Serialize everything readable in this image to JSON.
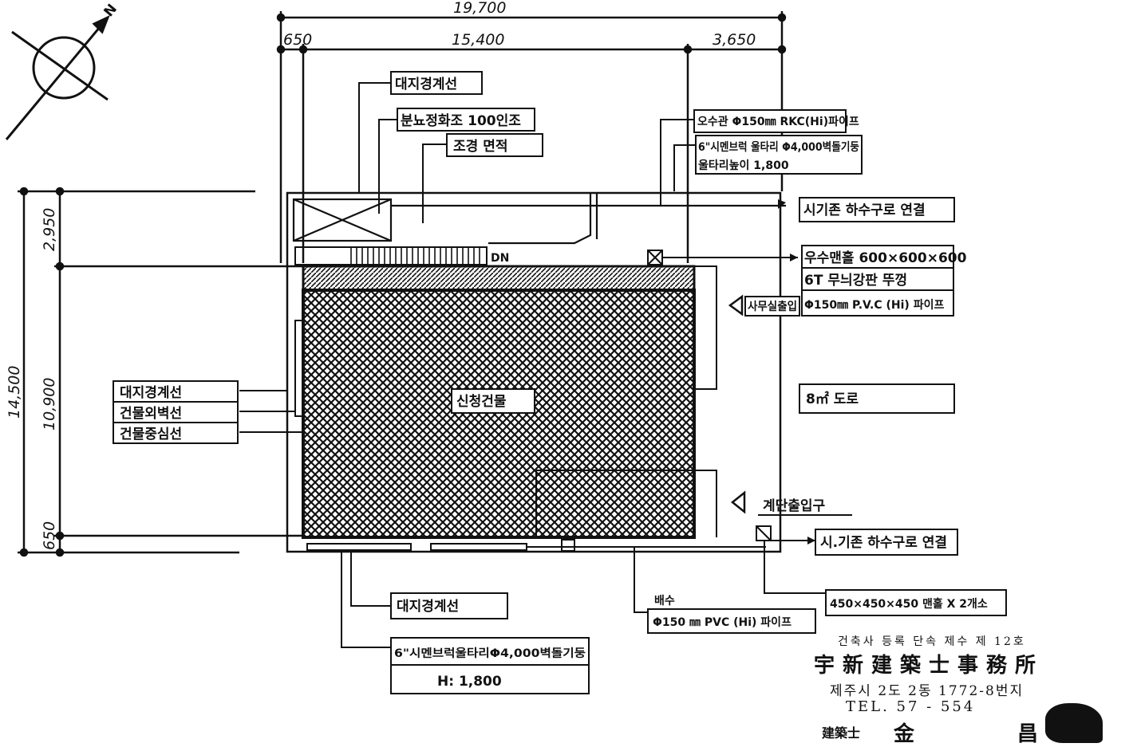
{
  "dimensions": {
    "total_width": "19,700",
    "left_margin": "650",
    "building_width": "15,400",
    "right_margin": "3,650",
    "total_depth": "14,500",
    "top_margin": "2,950",
    "building_depth": "10,900",
    "bottom_margin": "650"
  },
  "labels": {
    "site_boundary_top": "대지경계선",
    "septic_tank": "분뇨정화조 100인조",
    "landscape_area": "조경 면적",
    "sewage_pipe": "오수관 Φ150㎜ RKC(Hi)파이프",
    "cement_block_fence_top": "6\"시멘브럭 울타리 Φ4,000벽돌기둥",
    "fence_height_top": "울타리높이 1,800",
    "connect_sewer_top": "시기존 하수구로 연결",
    "rain_manhole": "우수맨홀 600×600×600",
    "checker_plate_cover": "6T 무늬강판 뚜껑",
    "office_stair": "사무실출입",
    "pvc_pipe_right": "Φ150㎜ P.V.C (Hi) 파이프",
    "road": "8㎡ 도로",
    "left_site_boundary": "대지경계선",
    "left_outer_wall": "건물외벽선",
    "left_center_line": "건물중심선",
    "new_building": "신청건물",
    "stair_entrance": "계단출입구",
    "connect_sewer_bottom": "시.기존 하수구로 연결",
    "manhole_bottom": "450×450×450 맨홀 X 2개소",
    "site_boundary_bottom": "대지경계선",
    "drainage_label": "배수",
    "pvc_pipe_bottom": "Φ150 ㎜ PVC (Hi) 파이프",
    "fence_bottom": "6\"시멘브럭울타리Φ4,000벽돌기둥",
    "fence_height_bottom": "H: 1,800",
    "dn": "DN",
    "north": "N"
  },
  "stamp": {
    "registration": "건축사 등록 단속 제수 제 12호",
    "office": "宇新建築士事務所",
    "address": "제주시 2도 2동 1772-8번지",
    "tel": "TEL. 57 - 554",
    "architect_title": "建築士",
    "architect_name": "金 昌"
  }
}
